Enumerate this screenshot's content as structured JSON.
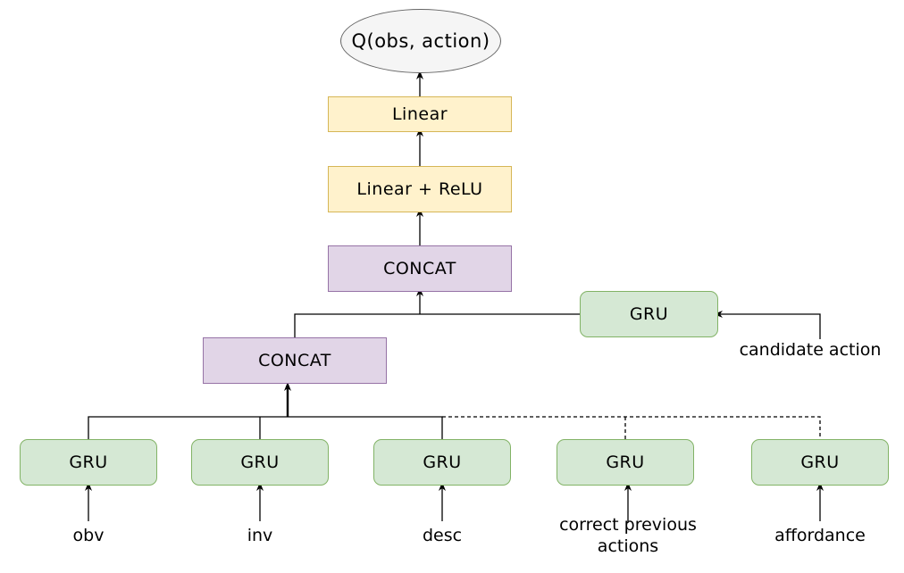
{
  "diagram": {
    "output": "Q(obs, action)",
    "linear": "Linear",
    "linear_relu": "Linear + ReLU",
    "concat_top": "CONCAT",
    "concat_bottom": "CONCAT",
    "gru_action": "GRU",
    "candidate_action": "candidate action",
    "encoders": [
      {
        "block": "GRU",
        "input": "obv"
      },
      {
        "block": "GRU",
        "input": "inv"
      },
      {
        "block": "GRU",
        "input": "desc"
      },
      {
        "block": "GRU",
        "input": "correct previous actions"
      },
      {
        "block": "GRU",
        "input": "affordance"
      }
    ],
    "colors": {
      "linear_fill": "#fff2cc",
      "linear_border": "#d6b656",
      "concat_fill": "#e1d5e7",
      "concat_border": "#9673a6",
      "gru_fill": "#d5e8d4",
      "gru_border": "#82b366",
      "output_fill": "#f5f5f5",
      "output_border": "#666666"
    }
  }
}
